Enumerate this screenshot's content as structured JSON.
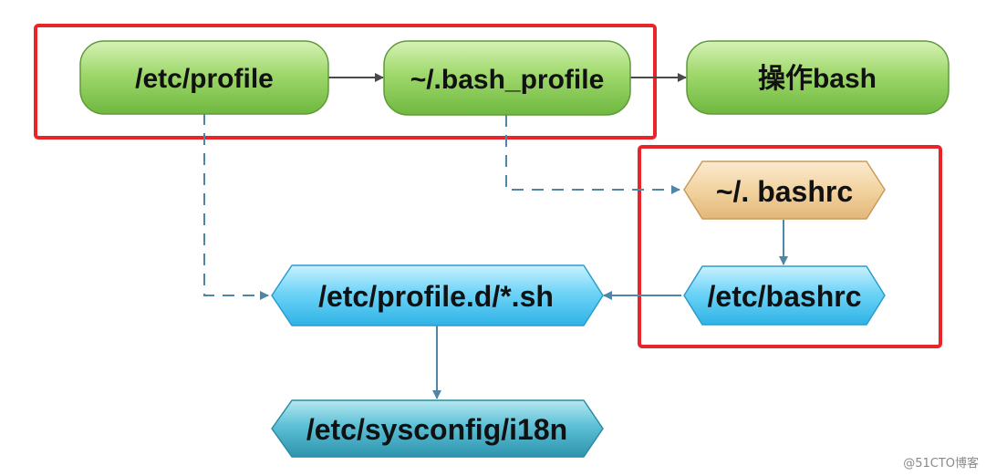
{
  "nodes": {
    "etc_profile": "/etc/profile",
    "bash_profile": "~/.bash_profile",
    "operate_bash": "操作bash",
    "user_bashrc": "~/. bashrc",
    "etc_bashrc": "/etc/bashrc",
    "profile_d": "/etc/profile.d/*.sh",
    "i18n": "/etc/sysconfig/i18n"
  },
  "watermark": "@51CTO博客",
  "colors": {
    "green": "#8ccf5c",
    "tan": "#f2d4a2",
    "cyan": "#6fd3f5",
    "teal": "#4fb8cc",
    "highlight_box": "#e8252a",
    "solid_arrow": "#4a4a4a",
    "dashed_arrow": "#4f86a6"
  }
}
